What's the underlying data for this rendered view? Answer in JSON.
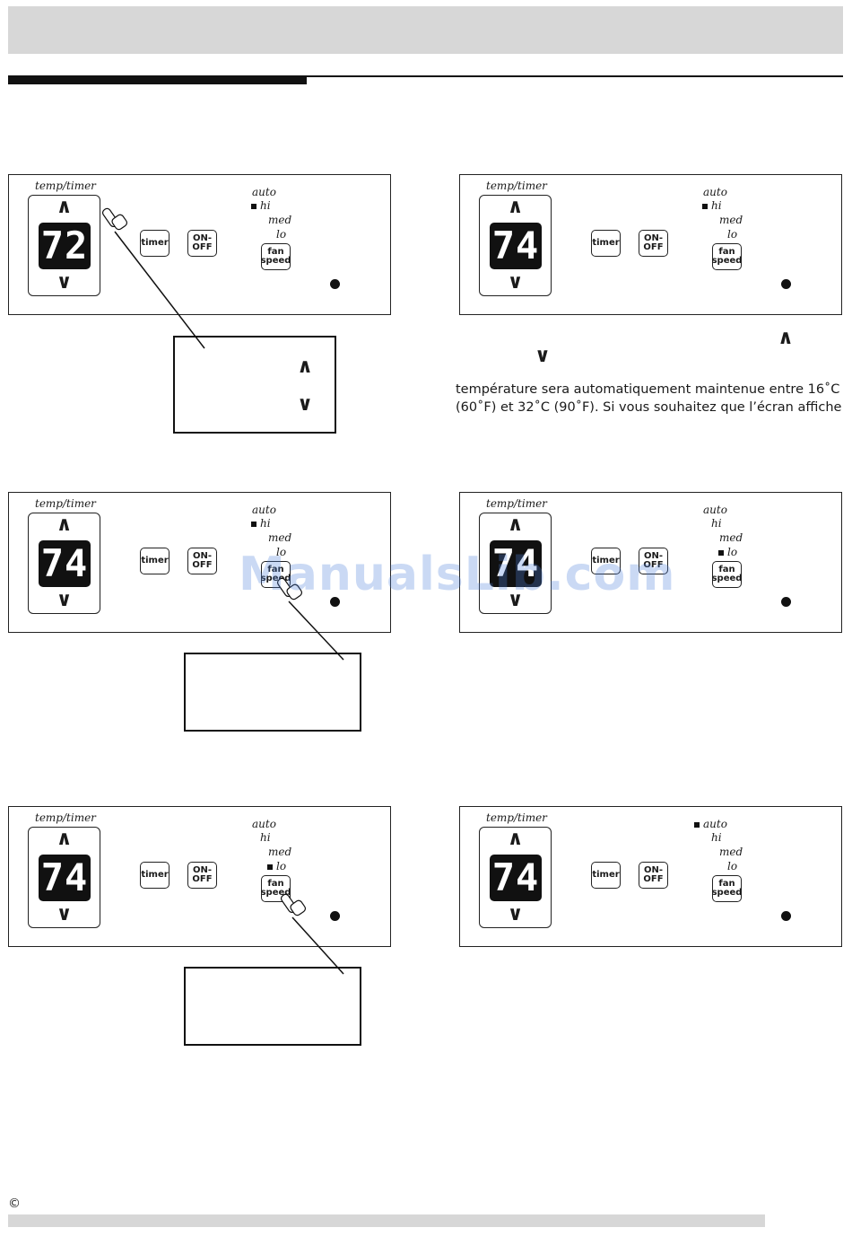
{
  "page": {
    "copyright_symbol": "©",
    "watermark": "ManualsLib.com",
    "body_text": {
      "line1": "température sera automatiquement maintenue entre 16˚C",
      "line2": "(60˚F) et 32˚C (90˚F). Si vous souhaitez que l’écran affiche"
    },
    "loose_arrows": {
      "up": "∧",
      "down": "∨"
    },
    "callout_arrows": {
      "up": "∧",
      "down": "∨"
    }
  },
  "panel_common": {
    "temp_label": "temp/timer",
    "up_arrow": "∧",
    "down_arrow": "∨",
    "timer_label": "timer",
    "onoff_label": "ON-\nOFF",
    "fan_label": "fan\nspeed",
    "fan_modes": {
      "auto": "auto",
      "hi": "hi",
      "med": "med",
      "lo": "lo"
    }
  },
  "panels": [
    {
      "display": "72",
      "selected_mode": "hi"
    },
    {
      "display": "74",
      "selected_mode": "hi"
    },
    {
      "display": "74",
      "selected_mode": "hi"
    },
    {
      "display": "74",
      "selected_mode": "lo"
    },
    {
      "display": "74",
      "selected_mode": "lo"
    },
    {
      "display": "74",
      "selected_mode": "auto"
    }
  ]
}
